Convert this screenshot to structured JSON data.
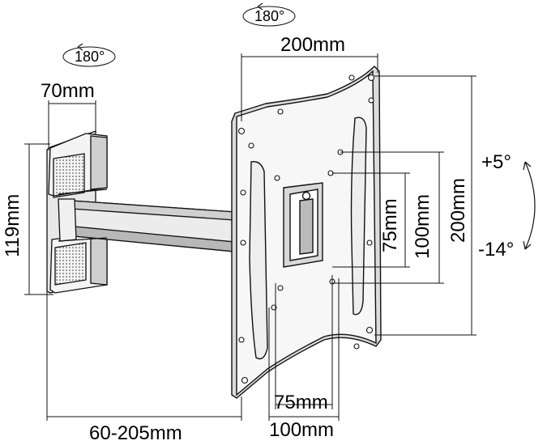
{
  "rotation": {
    "swivel_top": "180°",
    "swivel_left": "180°",
    "tilt_up": "+5°",
    "tilt_down": "-14°"
  },
  "dimensions": {
    "plate_width": "200mm",
    "plate_height": "200mm",
    "wall_plate_width": "70mm",
    "wall_plate_height": "119mm",
    "inner_vesa_height": "75mm",
    "outer_vesa_height": "100mm",
    "inner_vesa_width": "75mm",
    "outer_vesa_width": "100mm",
    "extension": "60-205mm"
  }
}
